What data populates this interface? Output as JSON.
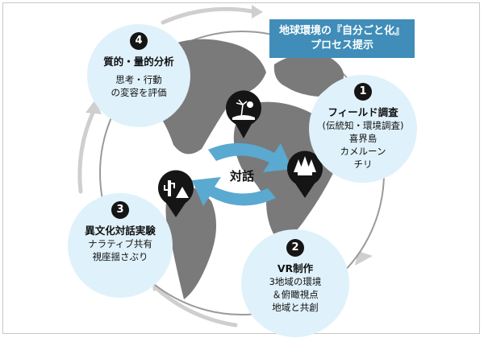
{
  "title": {
    "line1": "地球環境の『自分ごと化』",
    "line2": "プロセス提示"
  },
  "center": {
    "label": "対話"
  },
  "steps": [
    {
      "num": "1",
      "title": "フィールド調査",
      "lines": [
        "(伝統知・環境調査)",
        "喜界島",
        "カメルーン",
        "チリ"
      ]
    },
    {
      "num": "2",
      "title": "VR制作",
      "lines": [
        "3地域の環境",
        "＆俯瞰視点",
        "地域と共創"
      ]
    },
    {
      "num": "3",
      "title": "異文化対話実験",
      "lines": [
        "ナラティブ共有",
        "視座揺さぶり"
      ]
    },
    {
      "num": "4",
      "title": "質的・量的分析",
      "lines": [
        "思考・行動",
        "の変容を評価"
      ]
    }
  ],
  "icons": [
    "island-pin-icon",
    "forest-pin-icon",
    "desert-pin-icon"
  ],
  "colors": {
    "accent": "#3f8db8",
    "bubble": "#dff1fa",
    "globe": "#7a7a7a",
    "pin": "#151515"
  }
}
